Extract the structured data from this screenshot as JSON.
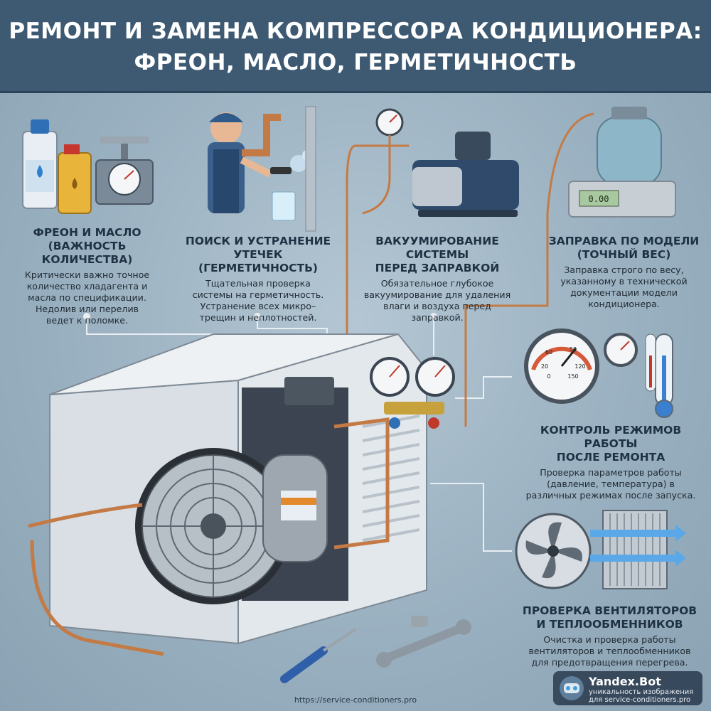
{
  "title": {
    "line1": "РЕМОНТ И ЗАМЕНА КОМПРЕССОРА КОНДИЦИОНЕРА:",
    "line2": "ФРЕОН, МАСЛО, ГЕРМЕТИЧНОСТЬ"
  },
  "sections": {
    "freon_oil": {
      "heading_line1": "ФРЕОН И МАСЛО",
      "heading_line2": "(ВАЖНОСТЬ КОЛИЧЕСТВА)",
      "desc": [
        "Критически важно точное",
        "количество хладагента и",
        "масла по спецификации.",
        "Недолив или перелив",
        "ведет к поломке."
      ]
    },
    "leak_search": {
      "heading_line1": "ПОИСК И УСТРАНЕНИЕ",
      "heading_line2": "УТЕЧЕК (ГЕРМЕТИЧНОСТЬ)",
      "desc": [
        "Тщательная проверка",
        "системы на герметичность.",
        "Устранение всех микро–",
        "трещин и неплотностей."
      ]
    },
    "vacuum": {
      "heading_line1": "ВАКУУМИРОВАНИЕ СИСТЕМЫ",
      "heading_line2": "ПЕРЕД ЗАПРАВКОЙ",
      "desc": [
        "Обязательное глубокое",
        "вакуумирование для удаления",
        "влаги и воздуха перед",
        "заправкой."
      ]
    },
    "charging": {
      "heading_line1": "ЗАПРАВКА ПО МОДЕЛИ",
      "heading_line2": "(ТОЧНЫЙ ВЕС)",
      "desc": [
        "Заправка строго по весу,",
        "указанному в технической",
        "документации модели",
        "кондиционера."
      ]
    },
    "monitoring": {
      "heading_line1": "КОНТРОЛЬ РЕЖИМОВ РАБОТЫ",
      "heading_line2": "ПОСЛЕ РЕМОНТА",
      "desc": [
        "Проверка параметров работы",
        "(давление, температура) в",
        "различных режимах после запуска."
      ]
    },
    "fans": {
      "heading_line1": "ПРОВЕРКА ВЕНТИЛЯТОРОВ",
      "heading_line2": "И ТЕПЛООБМЕННИКОВ",
      "desc": [
        "Очистка и проверка работы",
        "вентиляторов и теплообменников",
        "для предотвращения перегрева."
      ]
    }
  },
  "scale_display": "0.00",
  "gauge_ticks": [
    "50",
    "60",
    "20",
    "120",
    "150",
    "0"
  ],
  "url_caption": "https://service-conditioners.pro",
  "watermark": {
    "title": "Yandex.Bot",
    "line1": "уникальность изображения",
    "line2": "для service-conditioners.pro"
  },
  "colors": {
    "banner": "#3d5a72",
    "copper": "#c47a45",
    "unit_body": "#e6eaee",
    "background": "#a3b8c7"
  }
}
